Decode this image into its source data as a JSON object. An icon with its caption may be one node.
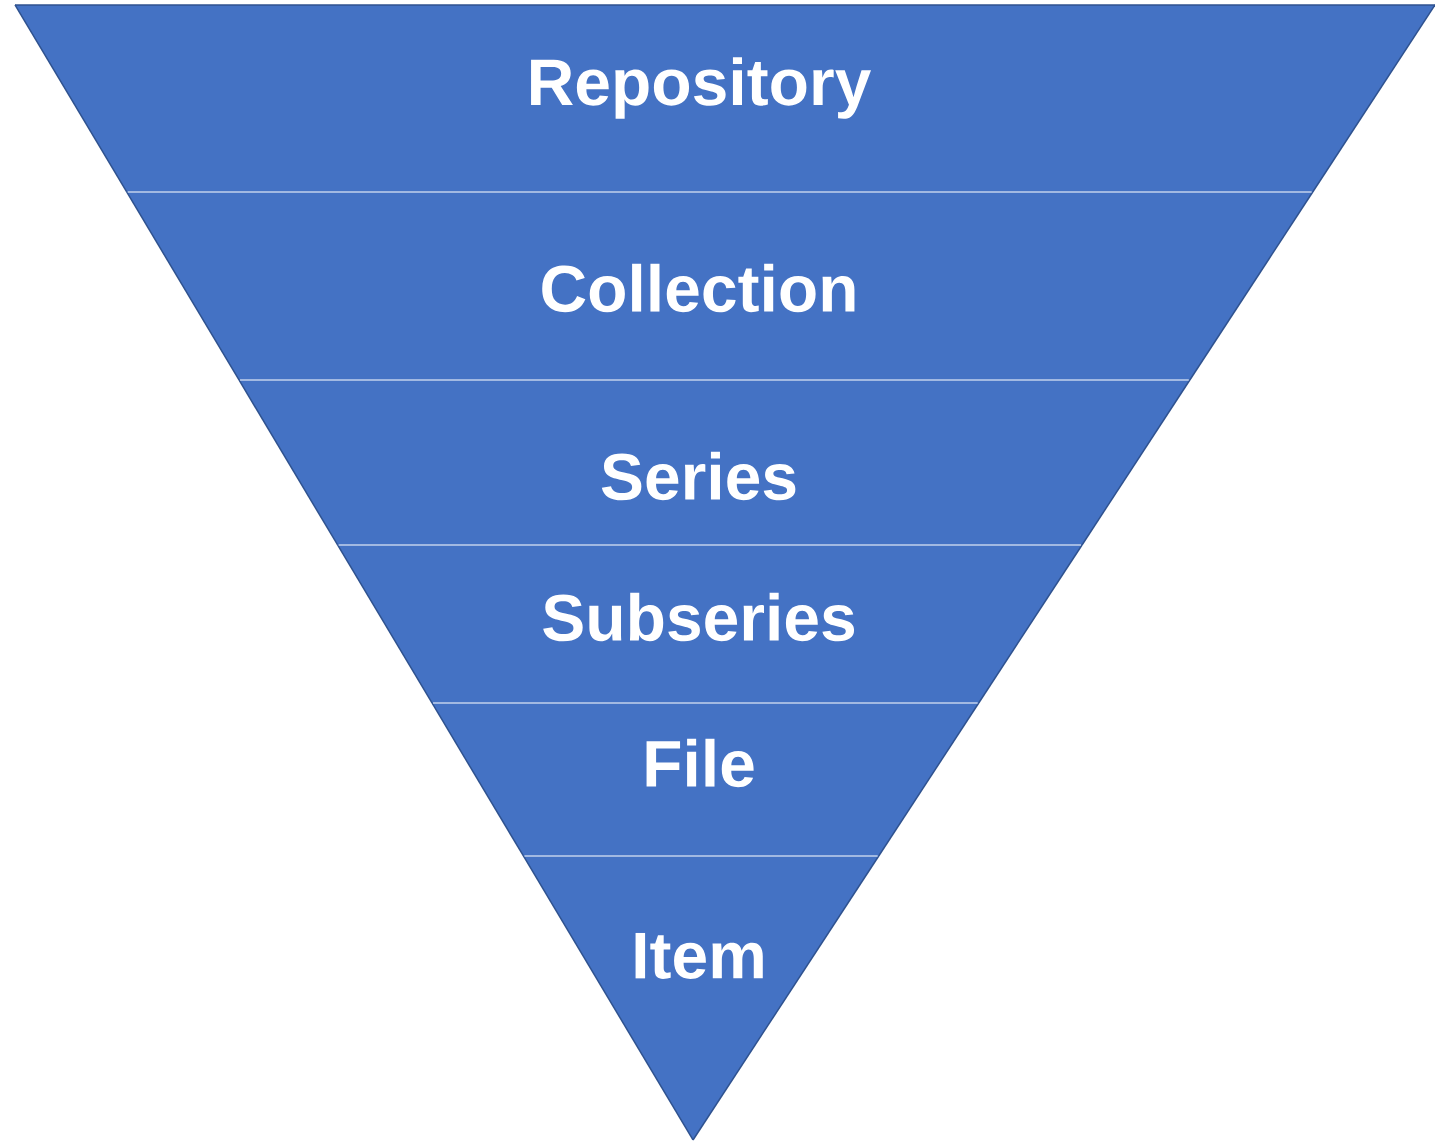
{
  "diagram": {
    "nodes": [
      {
        "text": [
          "Repository"
        ]
      },
      {
        "text": [
          "Collection"
        ]
      },
      {
        "text": [
          "Series"
        ]
      },
      {
        "text": [
          "Subseries"
        ]
      },
      {
        "text": [
          "File"
        ]
      },
      {
        "text": [
          "Item"
        ]
      }
    ]
  }
}
